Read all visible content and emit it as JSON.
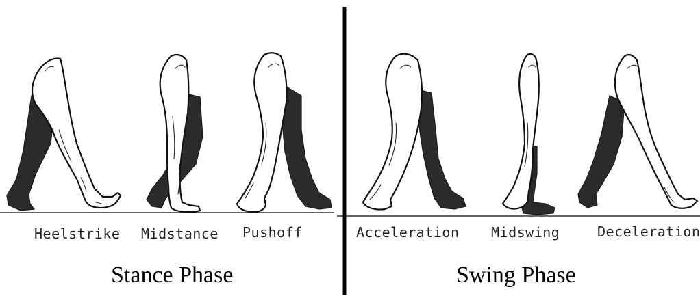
{
  "stance": {
    "title": "Stance Phase",
    "phases": [
      "Heelstrike",
      "Midstance",
      "Pushoff"
    ]
  },
  "swing": {
    "title": "Swing Phase",
    "phases": [
      "Acceleration",
      "Midswing",
      "Deceleration"
    ]
  }
}
